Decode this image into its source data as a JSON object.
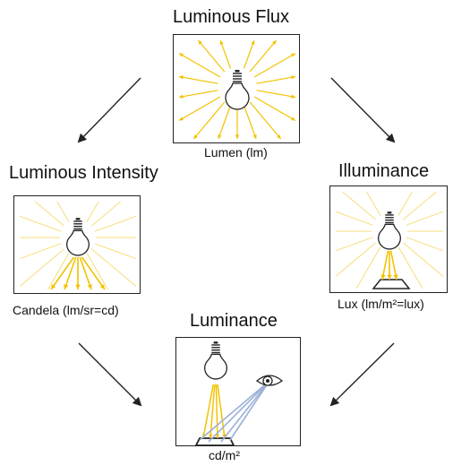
{
  "flux": {
    "title": "Luminous Flux",
    "unit": "Lumen (lm)"
  },
  "intensity": {
    "title": "Luminous Intensity",
    "unit": "Candela (lm/sr=cd)"
  },
  "illuminance": {
    "title": "Illuminance",
    "unit": "Lux (lm/m²=lux)"
  },
  "luminance": {
    "title": "Luminance",
    "unit": "cd/m²"
  },
  "colors": {
    "ray": "#f2c200",
    "ray_faint": "#f7dd7a",
    "view": "#9bb0d8",
    "line": "#222222"
  }
}
